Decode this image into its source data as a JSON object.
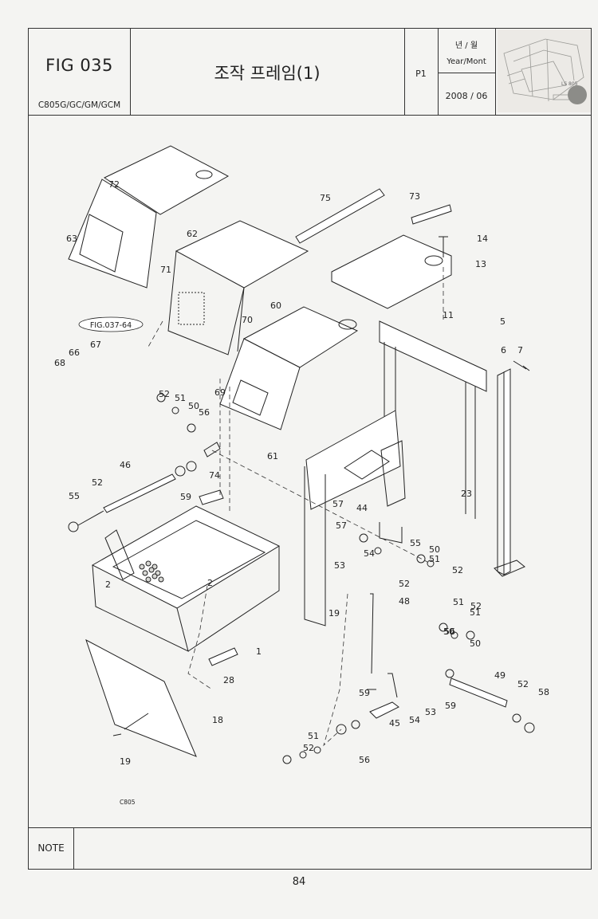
{
  "header": {
    "fig_number": "FIG 035",
    "model_code": "C805G/GC/GM/GCM",
    "title": "조작 프레임(1)",
    "page_mark": "P1",
    "year_month_label_ko": "년 / 월",
    "year_month_label_en": "Year/Mont",
    "year_month_value": "2008 / 06"
  },
  "diagram": {
    "reference_callout": "FIG.037-64",
    "corner_code": "C805",
    "part_labels": [
      "1",
      "2",
      "2",
      "5",
      "6",
      "7",
      "11",
      "13",
      "14",
      "18",
      "19",
      "19",
      "23",
      "28",
      "44",
      "45",
      "46",
      "48",
      "49",
      "50",
      "50",
      "50",
      "50",
      "51",
      "51",
      "51",
      "51",
      "51",
      "52",
      "52",
      "52",
      "52",
      "52",
      "52",
      "52",
      "53",
      "53",
      "54",
      "54",
      "55",
      "55",
      "56",
      "56",
      "56",
      "57",
      "57",
      "58",
      "59",
      "59",
      "59",
      "60",
      "61",
      "62",
      "63",
      "66",
      "67",
      "68",
      "69",
      "70",
      "71",
      "72",
      "73",
      "74",
      "75"
    ]
  },
  "footer": {
    "note_label": "NOTE",
    "page_number": "84"
  }
}
